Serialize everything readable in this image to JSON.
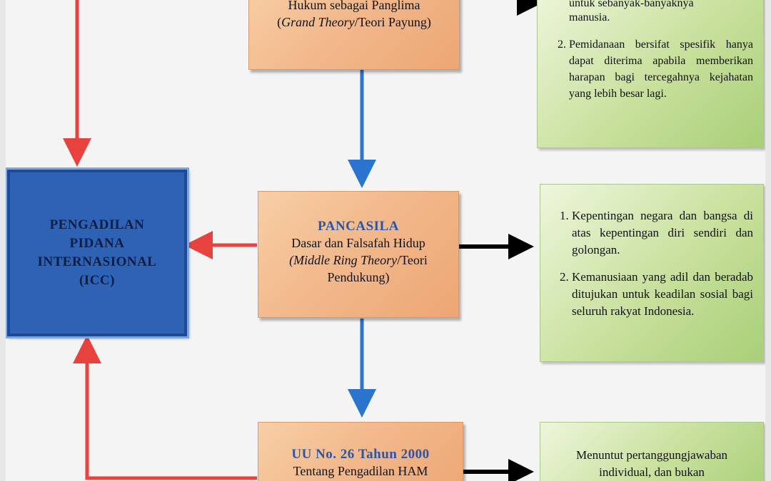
{
  "top_box": {
    "line1": "Hukum sebagai Panglima",
    "line2_italic": "Grand Theory",
    "line2_rest": "/Teori Payung"
  },
  "icc_box": {
    "lines": [
      "PENGADILAN",
      "PIDANA",
      "INTERNASIONAL",
      "(ICC)"
    ]
  },
  "pancasila_box": {
    "title": "PANCASILA",
    "line1": "Dasar dan Falsafah Hidup",
    "line2_italic": "(Middle Ring Theory",
    "line2_rest": "/Teori",
    "line3": "Pendukung)"
  },
  "uu_box": {
    "title": "UU No. 26 Tahun 2000",
    "line1": "Tentang Pengadilan HAM"
  },
  "green_top": {
    "line0": "untuk sebanyak-banyaknya",
    "line0b": "manusia.",
    "item2": "Pemidanaan bersifat spesifik hanya dapat diterima apabila memberikan harapan bagi tercegahnya kejahatan yang lebih besar lagi."
  },
  "green_middle": {
    "items": [
      "Kepentingan negara dan bangsa di atas kepentingan diri sendiri dan golongan.",
      "Kemanusiaan yang adil dan beradab ditujukan untuk keadilan sosial bagi seluruh rakyat Indonesia."
    ]
  },
  "green_bottom": {
    "line1": "Menuntut pertanggungjawaban",
    "line2": "individual, dan bukan"
  },
  "colors": {
    "red_arrow": "#e8423f",
    "blue_arrow": "#2a73cf",
    "black_arrow": "#000000",
    "icc_fill": "#2d62b5",
    "title_blue": "#2b55a8"
  }
}
